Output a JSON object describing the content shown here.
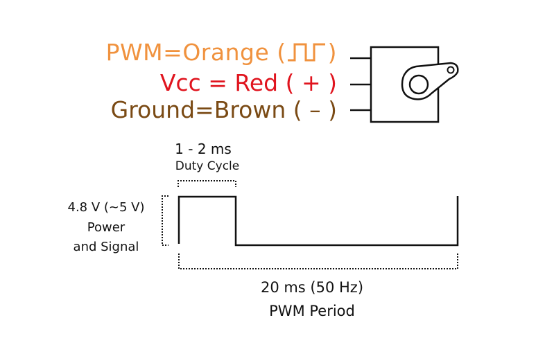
{
  "colors": {
    "pwm": "#F0923E",
    "vcc": "#E0141E",
    "ground": "#7A4A14",
    "line": "#111111"
  },
  "wires": [
    {
      "name": "PWM",
      "equals": "=",
      "color_name": "Orange",
      "symbol_open": "(",
      "symbol": "pwm-square-wave",
      "symbol_close": ")"
    },
    {
      "name": "Vcc",
      "equals": " = ",
      "color_name": "Red",
      "symbol_open": "( ",
      "symbol": "+",
      "symbol_close": " )"
    },
    {
      "name": "Ground",
      "equals": "=",
      "color_name": "Brown",
      "symbol_open": " ( ",
      "symbol": "–",
      "symbol_close": " )"
    }
  ],
  "servo": {
    "icon": "servo-motor-icon"
  },
  "annotations": {
    "duty_value": "1 - 2 ms",
    "duty_label": "Duty Cycle",
    "voltage_value": "4.8 V (~5 V)",
    "voltage_label_1": "Power",
    "voltage_label_2": "and Signal",
    "period_value": "20 ms (50 Hz)",
    "period_label": "PWM Period"
  },
  "waveform": {
    "period_ms": 20,
    "frequency_hz": 50,
    "pulse_width_ms_min": 1,
    "pulse_width_ms_max": 2,
    "high_voltage_v": 4.8
  }
}
